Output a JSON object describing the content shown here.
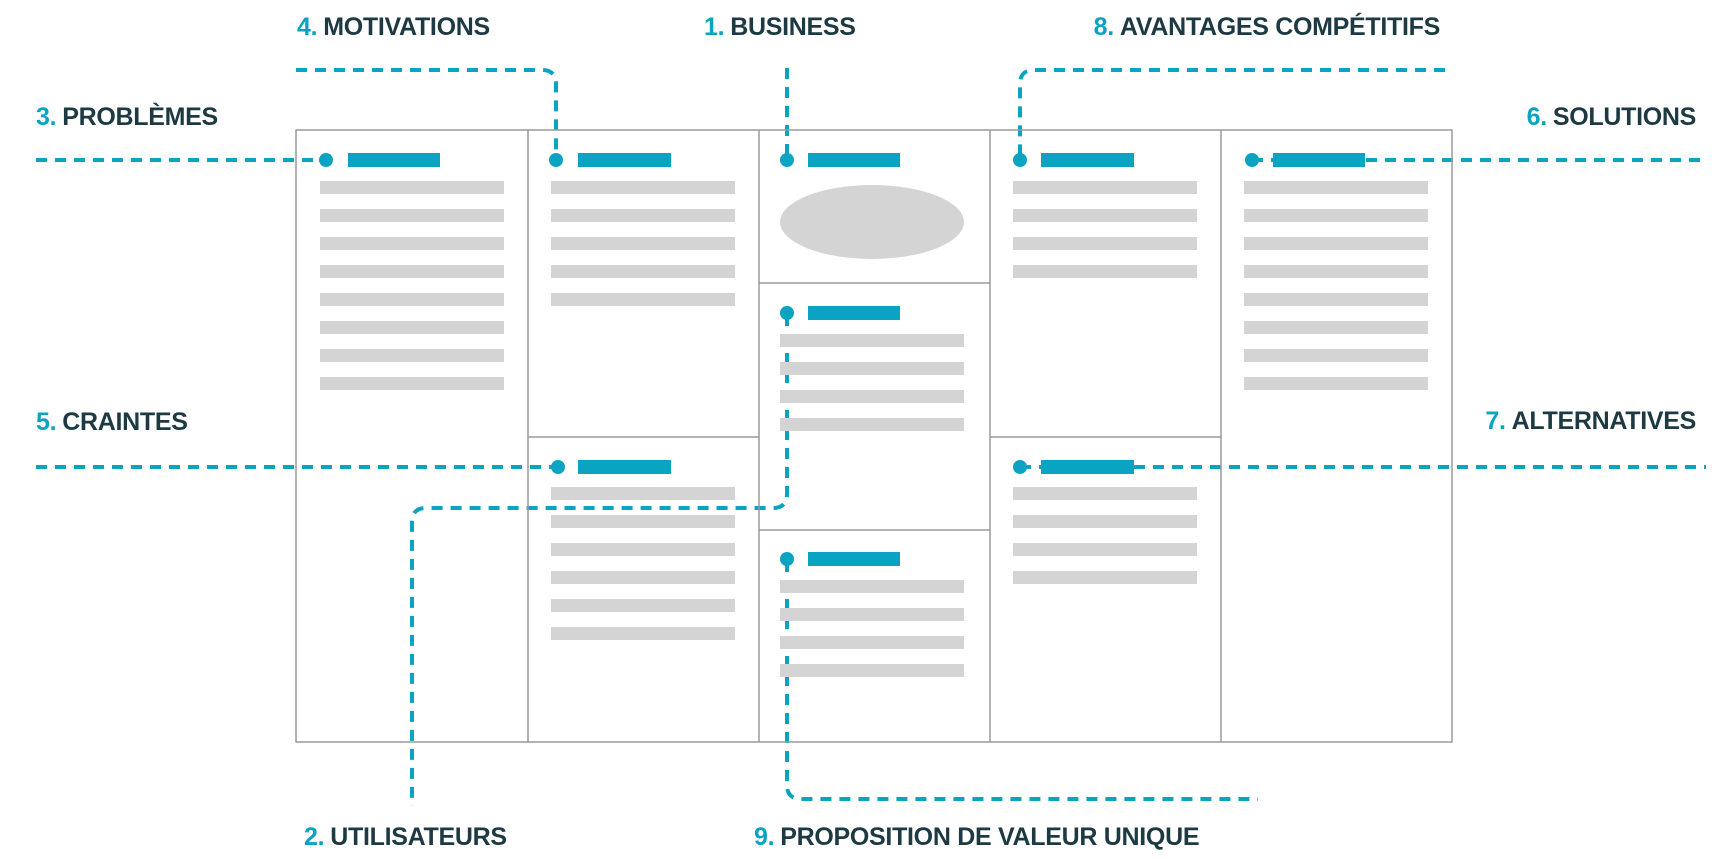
{
  "colors": {
    "accent": "#0aa3c2",
    "label_text": "#1d3a43",
    "placeholder": "#d4d4d4",
    "border": "#9a9a9a"
  },
  "labels": {
    "business": {
      "num": "1.",
      "text": "BUSINESS"
    },
    "utilisateurs": {
      "num": "2.",
      "text": "UTILISATEURS"
    },
    "problemes": {
      "num": "3.",
      "text": "PROBLÈMES"
    },
    "motivations": {
      "num": "4.",
      "text": "MOTIVATIONS"
    },
    "craintes": {
      "num": "5.",
      "text": "CRAINTES"
    },
    "solutions": {
      "num": "6.",
      "text": "SOLUTIONS"
    },
    "alternatives": {
      "num": "7.",
      "text": "ALTERNATIVES"
    },
    "avantages": {
      "num": "8.",
      "text": "AVANTAGES COMPÉTITIFS"
    },
    "proposition": {
      "num": "9.",
      "text": "PROPOSITION DE VALEUR UNIQUE"
    }
  }
}
